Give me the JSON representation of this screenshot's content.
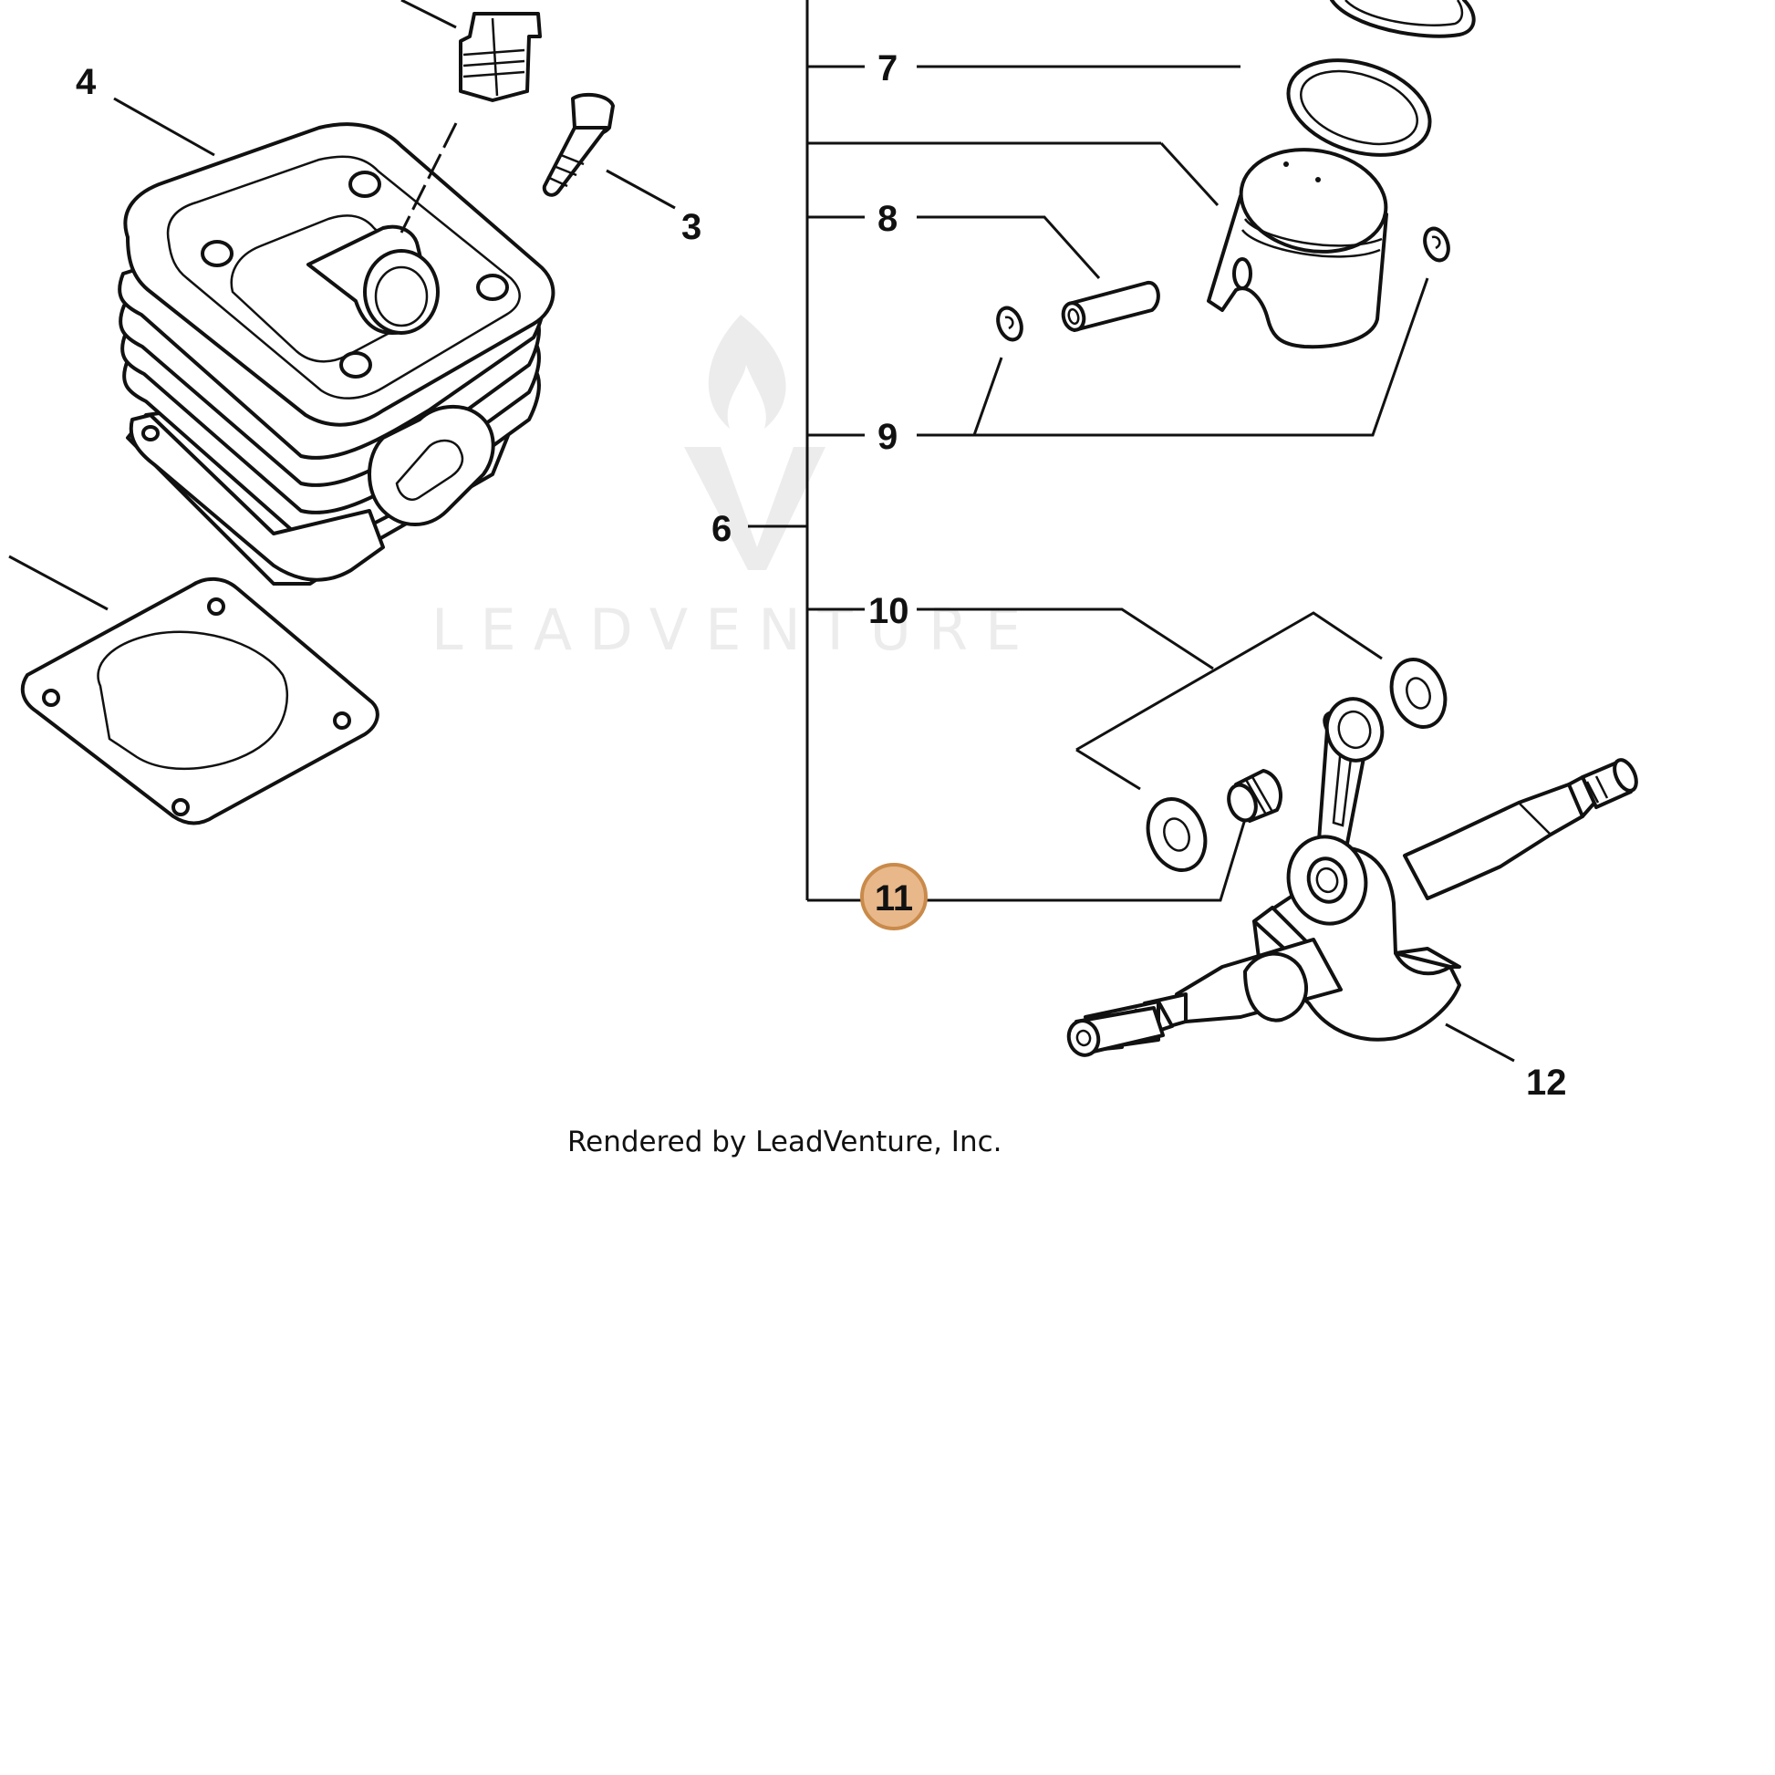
{
  "watermark": {
    "text": "LEADVENTURE"
  },
  "credit": "Rendered by LeadVenture, Inc.",
  "callouts": [
    {
      "id": "3",
      "label": "3"
    },
    {
      "id": "4",
      "label": "4"
    },
    {
      "id": "6",
      "label": "6"
    },
    {
      "id": "7",
      "label": "7"
    },
    {
      "id": "8",
      "label": "8"
    },
    {
      "id": "9",
      "label": "9"
    },
    {
      "id": "10",
      "label": "10"
    },
    {
      "id": "11",
      "label": "11",
      "highlighted": true
    },
    {
      "id": "12",
      "label": "12"
    }
  ],
  "colors": {
    "highlight_fill": "#e8b88a",
    "highlight_stroke": "#c98a4a",
    "line": "#111111",
    "watermark": "#ececec"
  }
}
